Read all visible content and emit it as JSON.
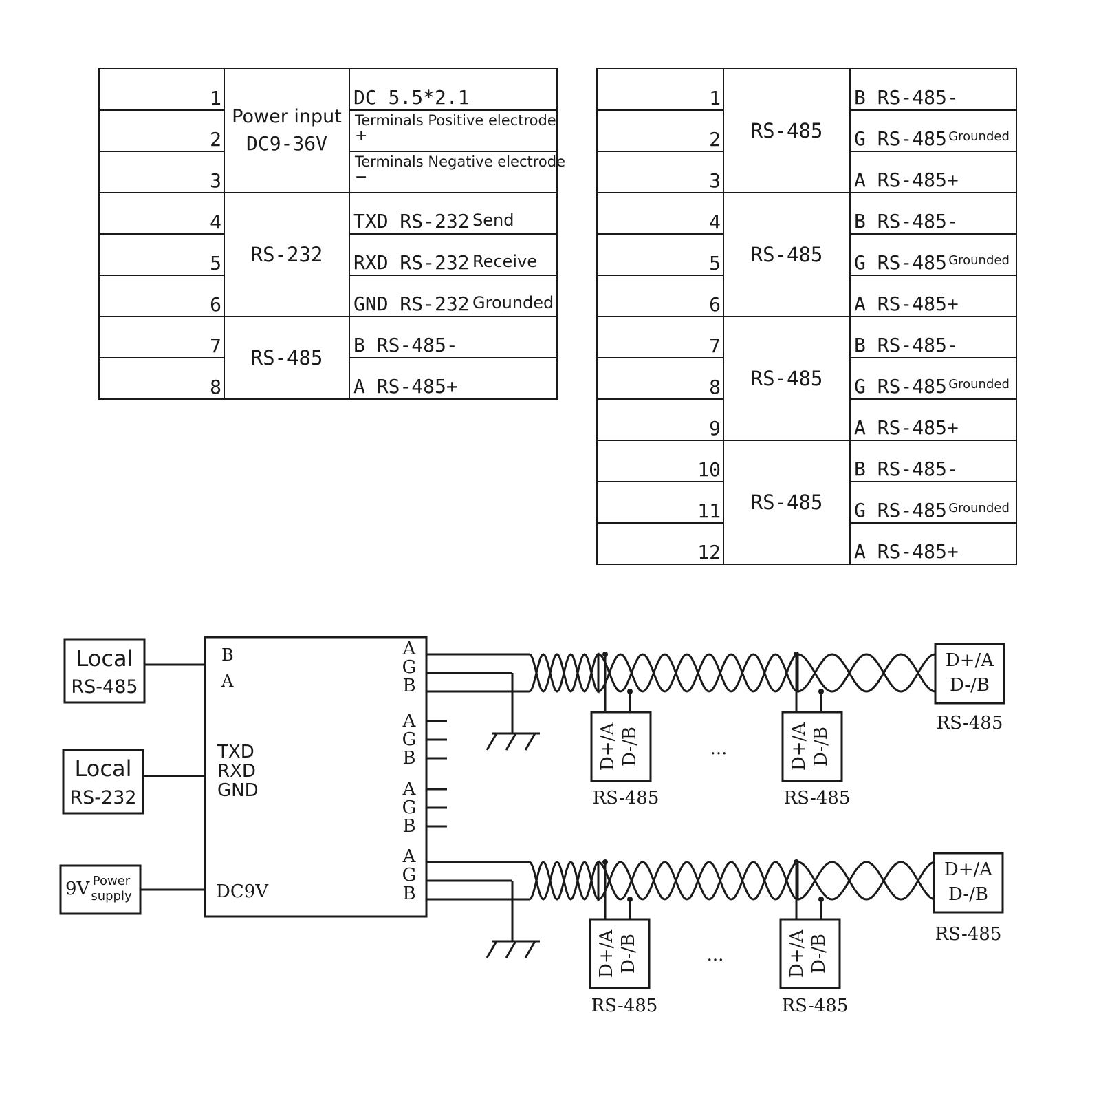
{
  "left_table": {
    "rows": [
      {
        "num": "1",
        "func": "DC      5.5*2.1",
        "func_font": "mono"
      },
      {
        "num": "2",
        "func": "Terminals Positive electrode",
        "func2": "+",
        "func_font": "sans"
      },
      {
        "num": "3",
        "func": "Terminals Negative electrode",
        "func2": "−",
        "func_font": "sans"
      },
      {
        "num": "4",
        "func": "TXD RS-232",
        "func_suffix": "Send",
        "func_font": "mono"
      },
      {
        "num": "5",
        "func": "RXD RS-232",
        "func_suffix": "Receive",
        "func_font": "mono"
      },
      {
        "num": "6",
        "func": "GND RS-232",
        "func_suffix": "Grounded",
        "func_font": "mono"
      },
      {
        "num": "7",
        "func": "B RS-485-",
        "func_font": "mono"
      },
      {
        "num": "8",
        "func": "A RS-485+",
        "func_font": "mono"
      }
    ],
    "groups": [
      {
        "label": "Power input",
        "label2": "DC9-36V",
        "rows": 3
      },
      {
        "label": "RS-232",
        "rows": 3
      },
      {
        "label": "RS-485",
        "rows": 2
      }
    ]
  },
  "right_table": {
    "rows": [
      {
        "num": "1",
        "func": "B RS-485-"
      },
      {
        "num": "2",
        "func": "G RS-485",
        "func_suffix": "Grounded"
      },
      {
        "num": "3",
        "func": "A RS-485+"
      },
      {
        "num": "4",
        "func": "B RS-485-"
      },
      {
        "num": "5",
        "func": "G RS-485",
        "func_suffix": "Grounded"
      },
      {
        "num": "6",
        "func": "A RS-485+"
      },
      {
        "num": "7",
        "func": "B RS-485-"
      },
      {
        "num": "8",
        "func": "G RS-485",
        "func_suffix": "Grounded"
      },
      {
        "num": "9",
        "func": "A RS-485+"
      },
      {
        "num": "10",
        "func": "B RS-485-"
      },
      {
        "num": "11",
        "func": "G RS-485",
        "func_suffix": "Grounded"
      },
      {
        "num": "12",
        "func": "A RS-485+"
      }
    ],
    "groups": [
      {
        "label": "RS-485",
        "rows": 3
      },
      {
        "label": "RS-485",
        "rows": 3
      },
      {
        "label": "RS-485",
        "rows": 3
      },
      {
        "label": "RS-485",
        "rows": 3
      }
    ]
  },
  "diagram": {
    "local_485": {
      "title": "Local",
      "sub": "RS-485"
    },
    "local_232": {
      "title": "Local",
      "sub": "RS-232"
    },
    "power_supply": {
      "big": "9V",
      "line1": "Power",
      "line2": "supply"
    },
    "hub": {
      "left_pins": [
        "B",
        "A"
      ],
      "serial_pins": [
        "TXD",
        "RXD",
        "GND"
      ],
      "power_pin": "DC9V",
      "port_pins": [
        "A",
        "G",
        "B"
      ]
    },
    "node_inline": {
      "line1": "D+/A",
      "line2": "D-/B",
      "caption": "RS-485"
    },
    "node_end": {
      "line1": "D+/A",
      "line2": "D-/B",
      "caption": "RS-485"
    },
    "ellipsis": "..."
  }
}
